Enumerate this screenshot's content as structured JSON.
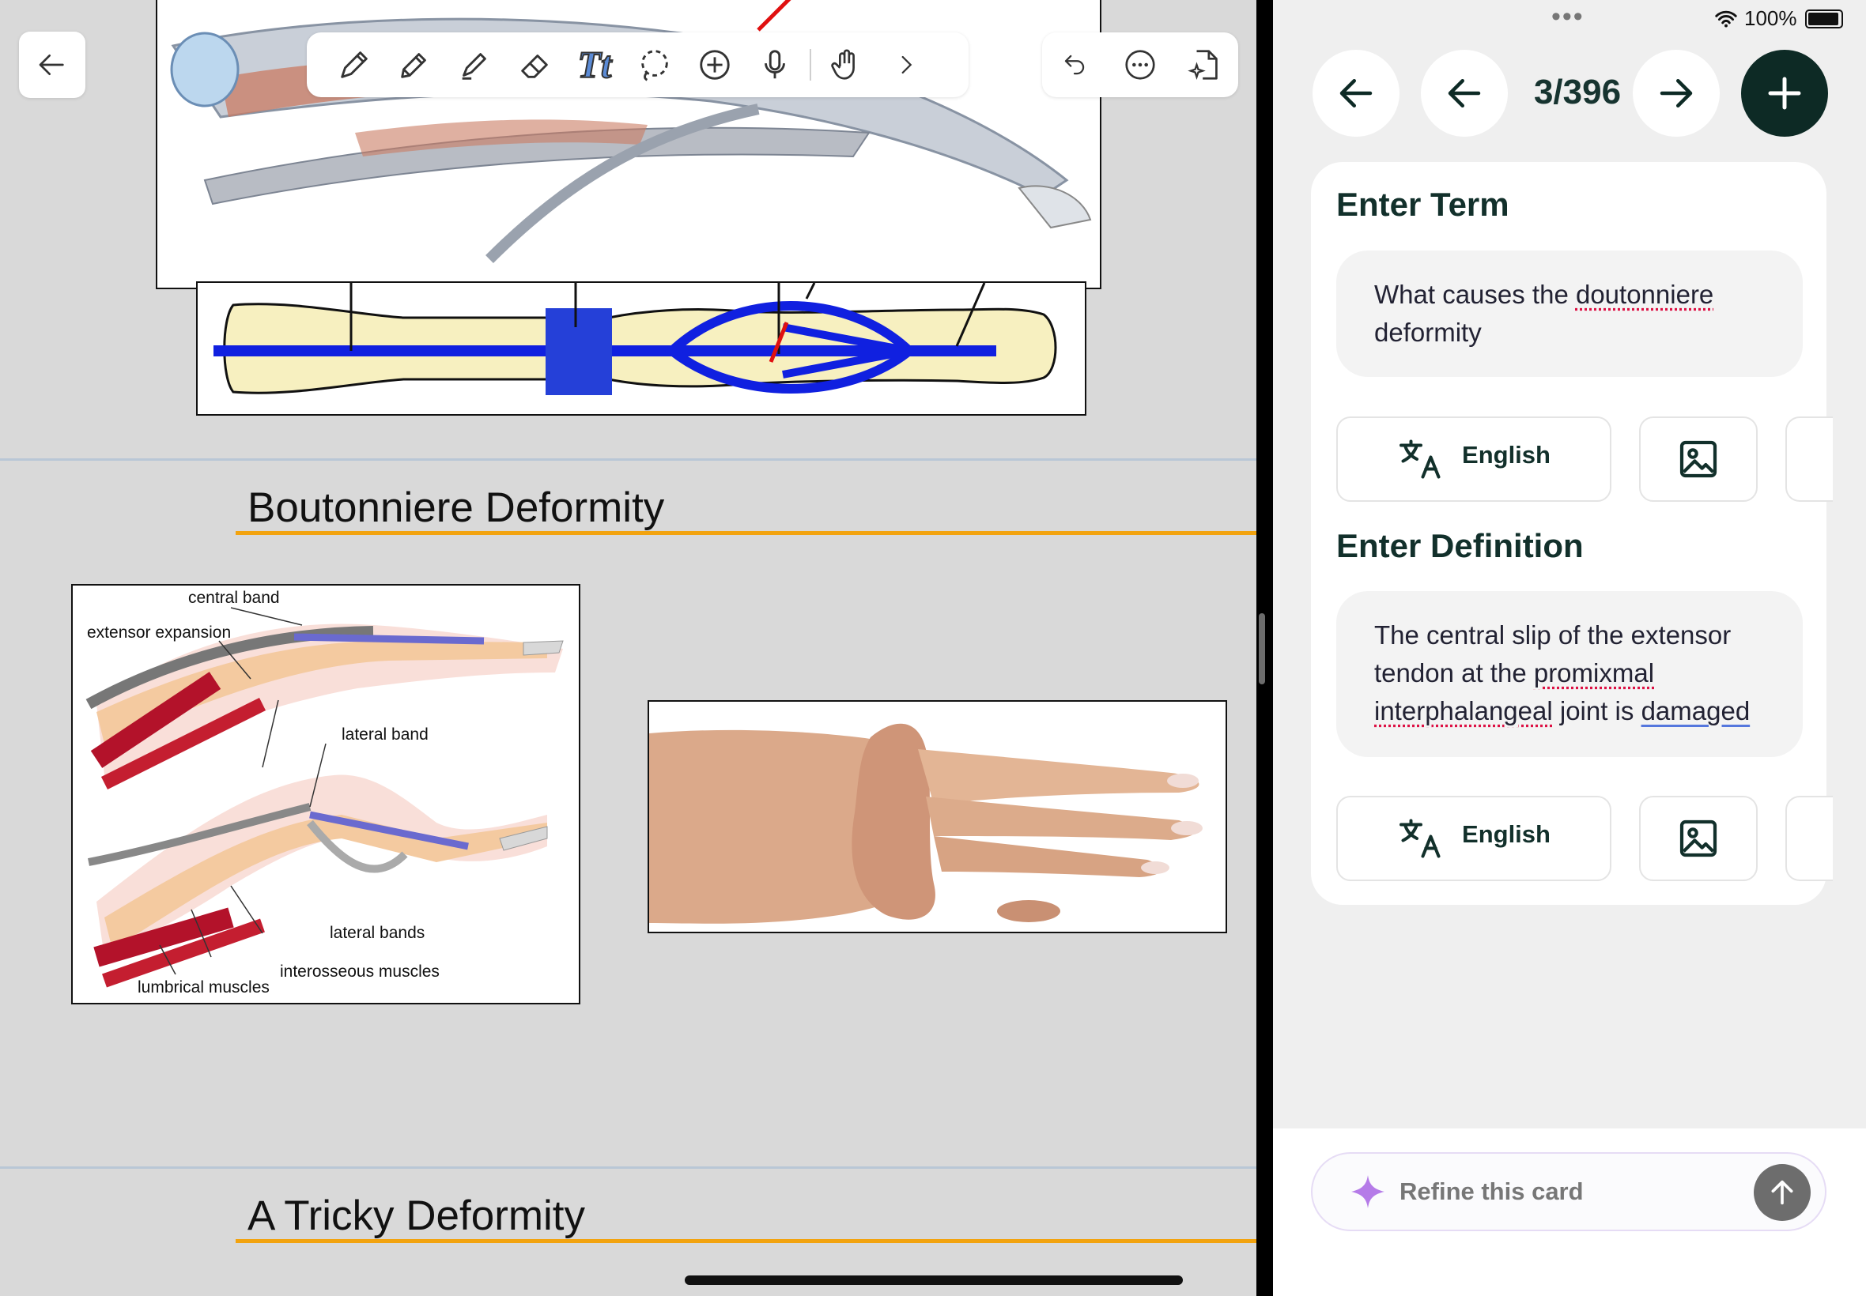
{
  "document": {
    "slides": [
      {
        "title": "Boutonniere Deformity"
      },
      {
        "title": "A Tricky Deformity"
      }
    ],
    "diagram_labels": {
      "central_band": "central band",
      "extensor_expansion": "extensor expansion",
      "lateral_band": "lateral band",
      "lateral_bands": "lateral bands",
      "interosseous_muscles": "interosseous muscles",
      "lumbrical_muscles": "lumbrical muscles"
    }
  },
  "toolbar": {
    "tools": [
      "pen-icon",
      "pencil-icon",
      "highlighter-icon",
      "eraser-icon",
      "text-tool-icon",
      "lasso-icon",
      "add-circle-icon",
      "microphone-icon",
      "hand-gesture-icon",
      "chevron-right-icon"
    ],
    "text_tool_glyph": "Tt",
    "right_tools": [
      "undo-icon",
      "more-icon",
      "ai-page-icon"
    ]
  },
  "status_bar": {
    "battery": "100%"
  },
  "flashcard": {
    "counter": "3/396",
    "term_heading": "Enter Term",
    "term": {
      "before": "What causes the ",
      "misspelled": "doutonniere",
      "after": " deformity"
    },
    "term_language": "English",
    "definition_heading": "Enter Definition",
    "definition": {
      "p1": "The central slip of the extensor tendon at the ",
      "misspelled1": "promixmal",
      "p2": " ",
      "misspelled2": "interphalangeal",
      "p3": " joint is ",
      "grammar": "damaged"
    },
    "definition_language": "English",
    "refine_placeholder": "Refine this card"
  },
  "colors": {
    "accent_dark": "#0d2a25",
    "title_underline": "#f2a30f",
    "tendon_blue": "#1020e0",
    "bone": "#f7f0c0"
  }
}
